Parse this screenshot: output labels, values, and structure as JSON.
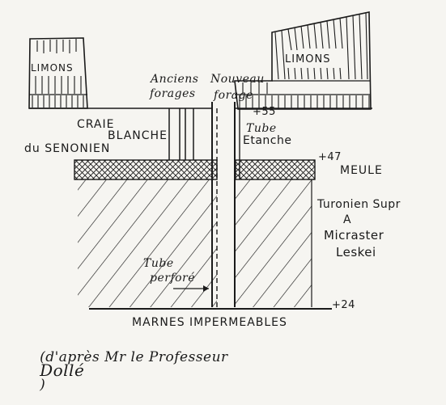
{
  "labels": {
    "limons_left": "LIMONS",
    "limons_right": "LIMONS",
    "anciens": "Anciens",
    "forages_left": "forages",
    "nouveau": "Nouveau",
    "forage_right": "forage",
    "elev_55": "+55",
    "craie": "CRAIE",
    "blanche": "BLANCHE",
    "du_senonien": "du SENONIEN",
    "tube": "Tube",
    "etanche": "Etanche",
    "elev_47": "+47",
    "meule": "MEULE",
    "turonien": "Turonien Supr",
    "a": "A",
    "micraster": "Micraster",
    "leskei": "Leskei",
    "tube_perfore_1": "Tube",
    "tube_perfore_2": "perforé",
    "elev_24": "+24",
    "marnes": "MARNES IMPERMEABLES",
    "caption_prefix": "(d'après Mr le Professeur",
    "caption_name": "Dollé",
    "caption_suffix": ")"
  },
  "colors": {
    "ink": "#1a1a1a",
    "paper": "#f6f5f1"
  }
}
